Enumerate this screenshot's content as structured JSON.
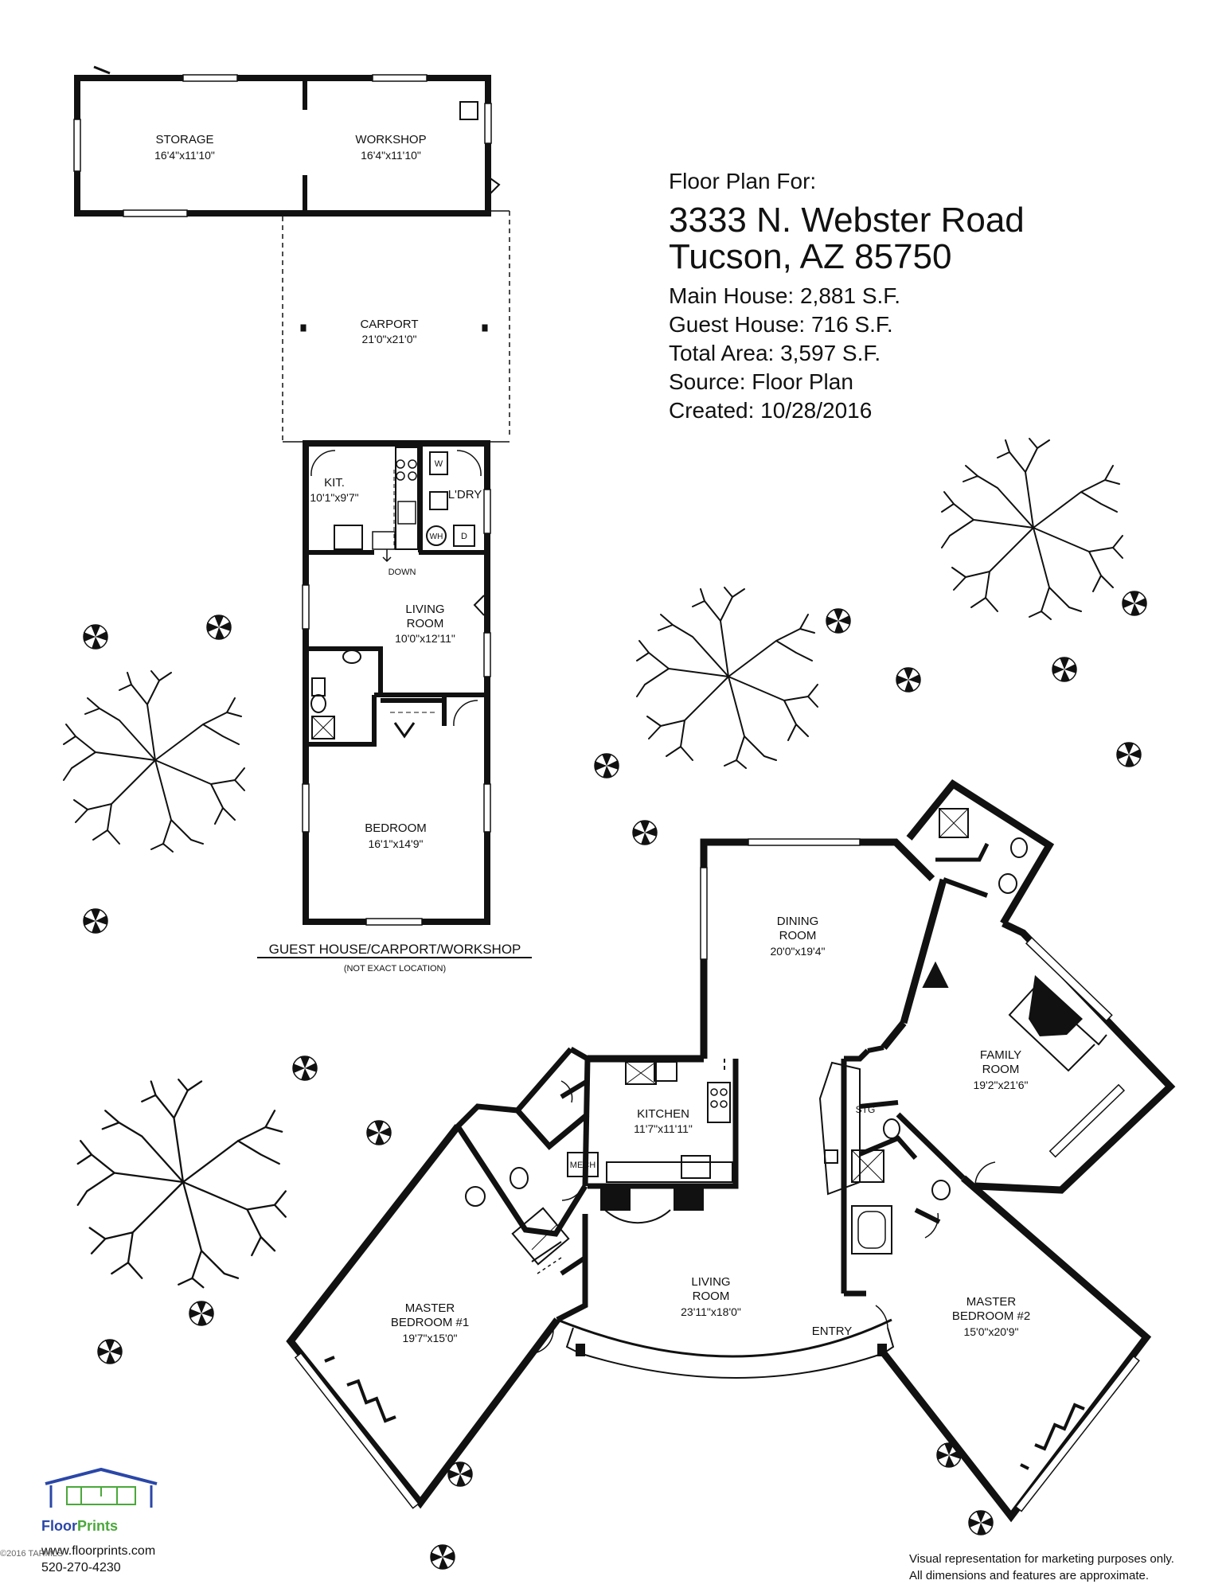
{
  "info": {
    "heading": "Floor Plan For:",
    "address_line1": "3333 N. Webster Road",
    "address_line2": "Tucson, AZ 85750",
    "main_house": "Main House:  2,881 S.F.",
    "guest_house": "Guest House:  716 S.F.",
    "total_area": "Total Area:  3,597 S.F.",
    "source": "Source:  Floor Plan",
    "created": "Created:  10/28/2016"
  },
  "guest_house": {
    "caption": "GUEST HOUSE/CARPORT/WORKSHOP",
    "subcaption": "(NOT EXACT LOCATION)",
    "rooms": {
      "storage": {
        "name": "STORAGE",
        "dim": "16'4\"x11'10\""
      },
      "workshop": {
        "name": "WORKSHOP",
        "dim": "16'4\"x11'10\""
      },
      "carport": {
        "name": "CARPORT",
        "dim": "21'0\"x21'0\""
      },
      "kit": {
        "name": "KIT.",
        "dim": "10'1\"x9'7\""
      },
      "laundry": {
        "name": "L'DRY"
      },
      "living": {
        "name1": "LIVING",
        "name2": "ROOM",
        "dim": "10'0\"x12'11\""
      },
      "bedroom": {
        "name": "BEDROOM",
        "dim": "16'1\"x14'9\""
      }
    },
    "fixtures": {
      "washer": "W",
      "dryer": "D",
      "water_heater": "WH",
      "down": "DOWN"
    }
  },
  "main_house": {
    "dining": {
      "name1": "DINING",
      "name2": "ROOM",
      "dim": "20'0\"x19'4\""
    },
    "family": {
      "name1": "FAMILY",
      "name2": "ROOM",
      "dim": "19'2\"x21'6\""
    },
    "kitchen": {
      "name": "KITCHEN",
      "dim": "11'7\"x11'11\""
    },
    "mech": "MECH",
    "stg": "STG",
    "living": {
      "name1": "LIVING",
      "name2": "ROOM",
      "dim": "23'11\"x18'0\""
    },
    "entry": "ENTRY",
    "master1": {
      "name1": "MASTER",
      "name2": "BEDROOM #1",
      "dim": "19'7\"x15'0\""
    },
    "master2": {
      "name1": "MASTER",
      "name2": "BEDROOM #2",
      "dim": "15'0\"x20'9\""
    }
  },
  "footer": {
    "brand_a": "Floor",
    "brand_b": "Prints",
    "website": "www.floorprints.com",
    "phone": "520-270-4230",
    "disclaimer1": "Visual representation for marketing purposes only.",
    "disclaimer2": "All dimensions and features are approximate.",
    "side_text": "©2016 TARMLS"
  }
}
